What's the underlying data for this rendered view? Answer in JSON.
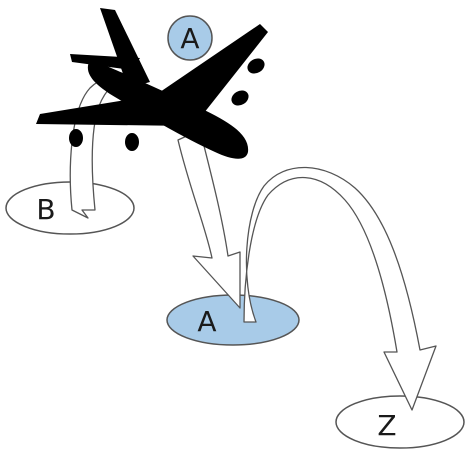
{
  "labels": {
    "plane_badge": "A",
    "origin_stop": "B",
    "mid_stop": "A",
    "dest_stop": "Z"
  },
  "colors": {
    "highlight_fill": "#a8cbe8",
    "outline": "#555555",
    "plane": "#000000",
    "arrow_fill": "#ffffff"
  },
  "icons": {
    "plane": "airplane-icon"
  }
}
